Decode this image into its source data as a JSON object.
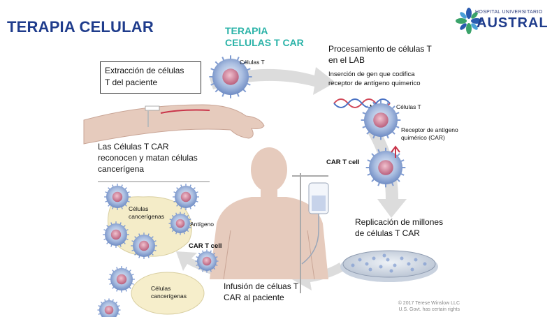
{
  "header": {
    "title": "TERAPIA CELULAR",
    "subtitle_line1": "TERAPIA",
    "subtitle_line2": "CELULAS T CAR"
  },
  "logo": {
    "top_text": "HOSPITAL UNIVERSITARIO",
    "main_text": "AUSTRAL"
  },
  "steps": {
    "extraction_line1": "Extracción de células",
    "extraction_line2": "T del paciente",
    "processing_line1": "Procesamiento de células T",
    "processing_line2": "en el LAB",
    "insertion_line1": "Inserción de gen que codifica",
    "insertion_line2": "receptor de antígeno quimerico",
    "replication_line1": "Replicación de millones",
    "replication_line2": "de células T CAR",
    "infusion_line1": "Infusión de céluas T",
    "infusion_line2": "CAR al paciente",
    "recognize_line1": "Las Células T CAR",
    "recognize_line2": "reconocen y matan células",
    "recognize_line3": "cancerígena"
  },
  "labels": {
    "t_cells_top": "Células T",
    "t_cells_right": "Células T",
    "receptor_line1": "Receptor de antígeno",
    "receptor_line2": "quimérico (CAR)",
    "car_t_cell_right": "CAR T cell",
    "car_t_cell_left": "CAR T cell",
    "cancer_cells_1_line1": "Células",
    "cancer_cells_1_line2": "cancerígenas",
    "cancer_cells_2_line1": "Células",
    "cancer_cells_2_line2": "cancerígenas",
    "antigen": "Antígeno"
  },
  "footer": {
    "copyright_line1": "© 2017 Terese Winslow LLC",
    "copyright_line2": "U.S. Govt. has certain rights"
  },
  "colors": {
    "title": "#1f3c8c",
    "subtitle": "#2bb3a8",
    "arrow": "#d6d6d6",
    "t_cell_body": "#a9bde0",
    "t_cell_nucleus": "#d4869c",
    "skin": "#e3c7b9",
    "cancer_cell": "#f4ecc8"
  }
}
